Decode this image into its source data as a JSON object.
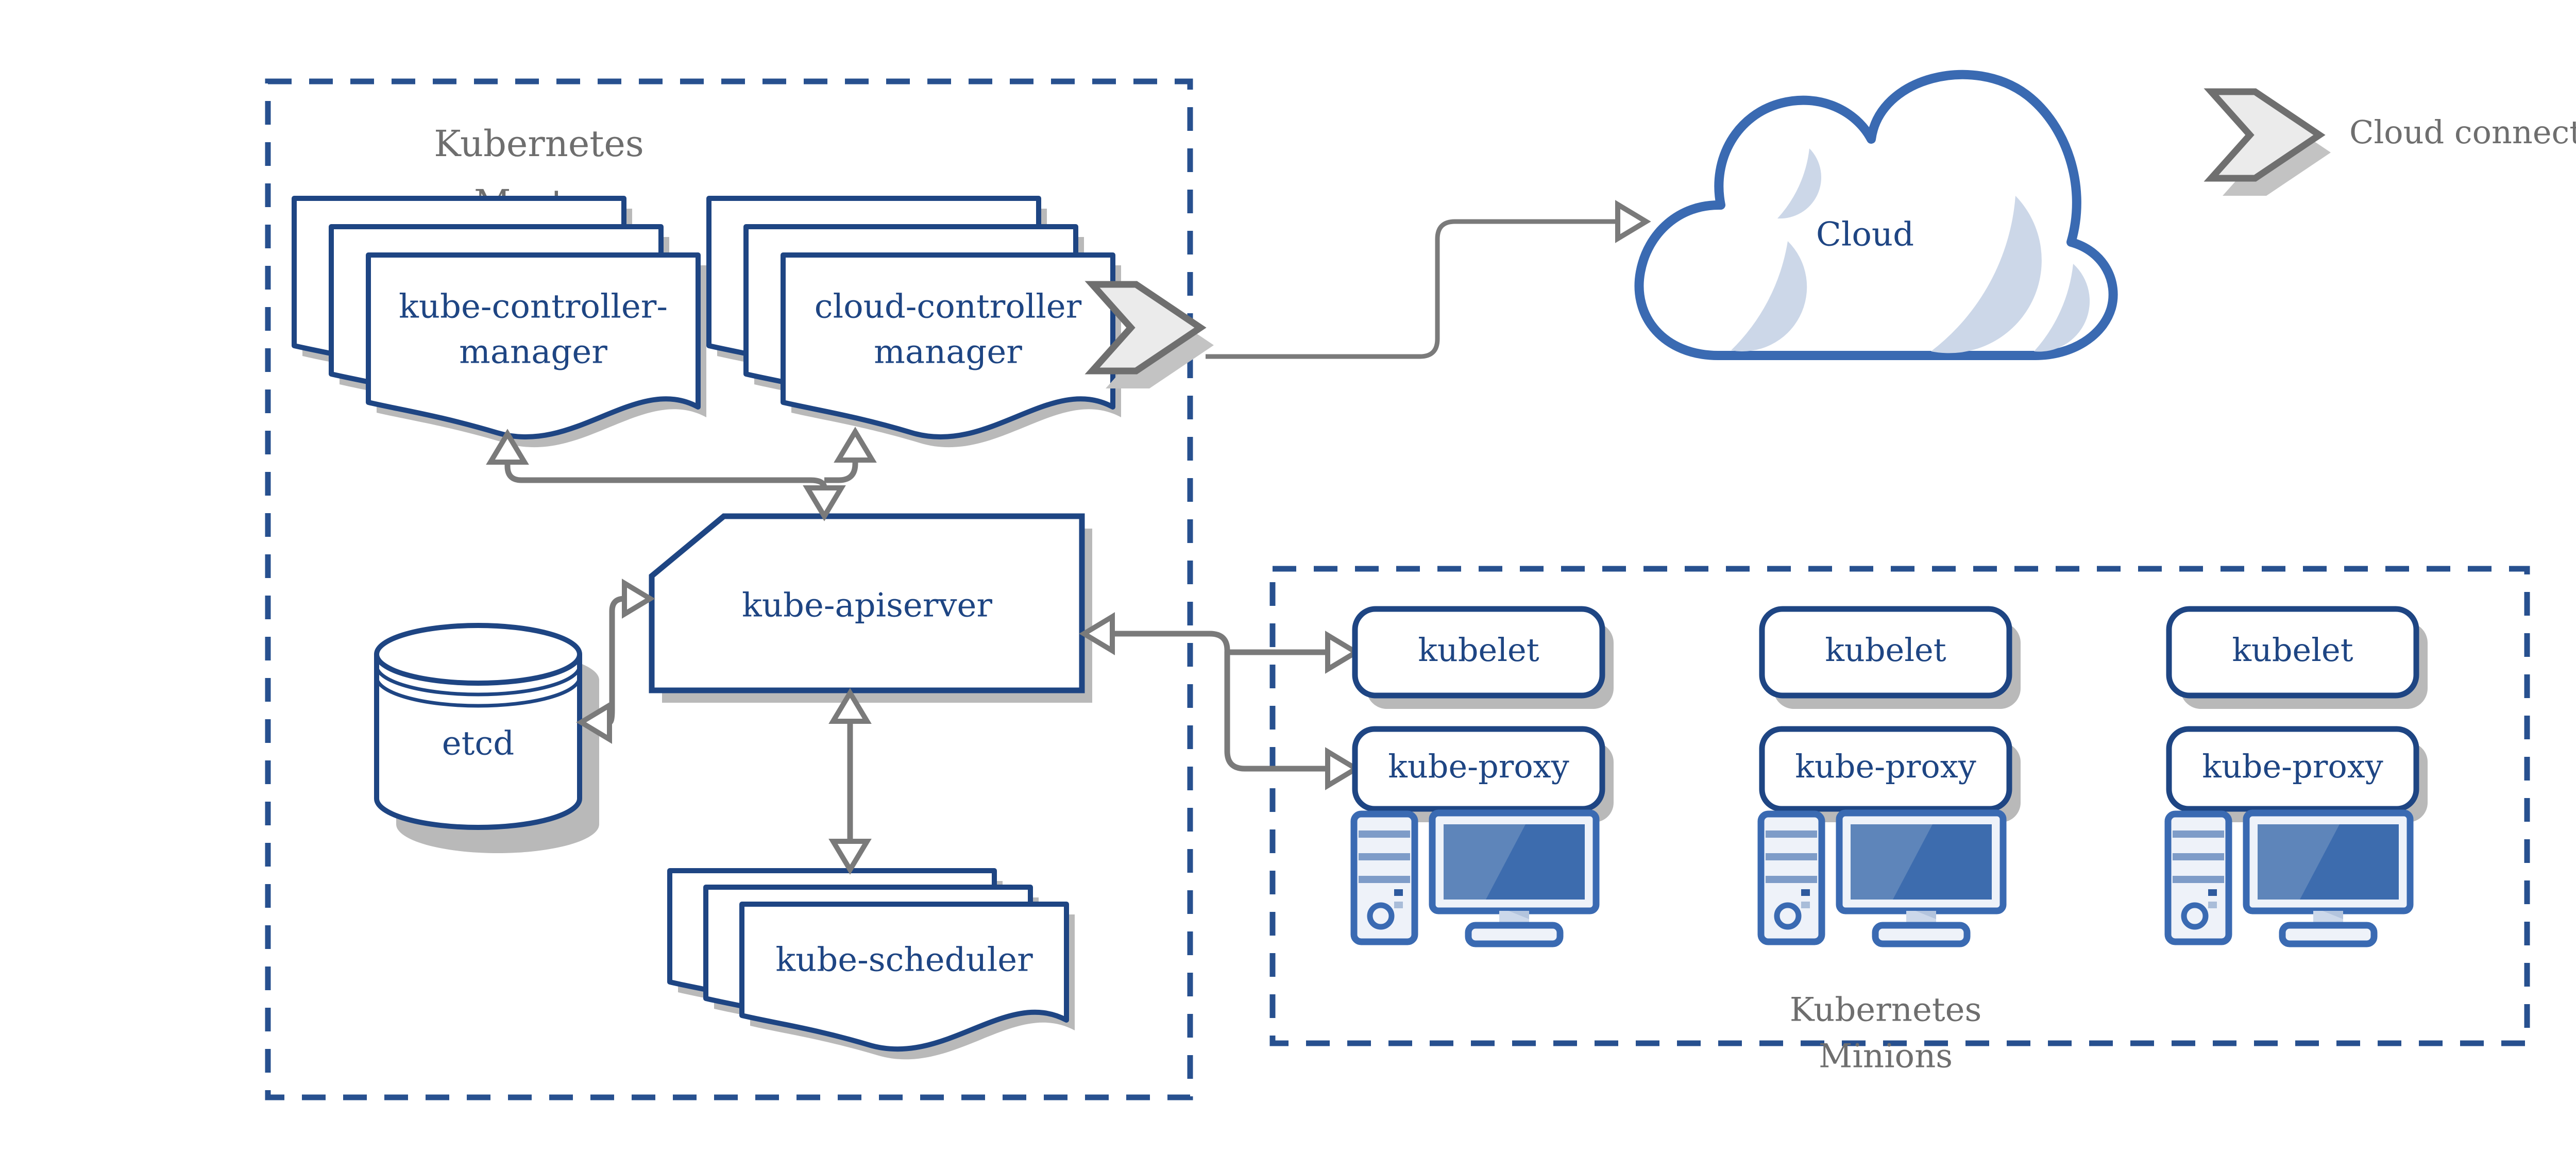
{
  "colors": {
    "navy_border_text": "#1e4583",
    "dashed_border_blue": "#27508f",
    "icon_blue": "#3a6ab2",
    "screen_blue": "#3d6cae",
    "screen_highlight": "#5e85ba",
    "light_blue": "#ccd7e8",
    "light_fill": "#eef2f9",
    "arrow_gray": "#7a7a7a",
    "gray_text": "#6e6e6e",
    "shadow_gray": "#b9b9b9",
    "chevron_fill": "#ebebeb",
    "chevron_border": "#6f6f6f"
  },
  "master": {
    "title_line1": "Kubernetes",
    "title_line2": "Master",
    "kube_controller_manager_line1": "kube-controller-",
    "kube_controller_manager_line2": "manager",
    "cloud_controller_manager_line1": "cloud-controller",
    "cloud_controller_manager_line2": "manager",
    "kube_apiserver": "kube-apiserver",
    "etcd": "etcd",
    "kube_scheduler": "kube-scheduler"
  },
  "cloud": {
    "label": "Cloud"
  },
  "legend": {
    "label": "Cloud connector"
  },
  "minions": {
    "title_line1": "Kubernetes",
    "title_line2": "Minions",
    "nodes": [
      {
        "kubelet": "kubelet",
        "kube_proxy": "kube-proxy"
      },
      {
        "kubelet": "kubelet",
        "kube_proxy": "kube-proxy"
      },
      {
        "kubelet": "kubelet",
        "kube_proxy": "kube-proxy"
      }
    ]
  }
}
